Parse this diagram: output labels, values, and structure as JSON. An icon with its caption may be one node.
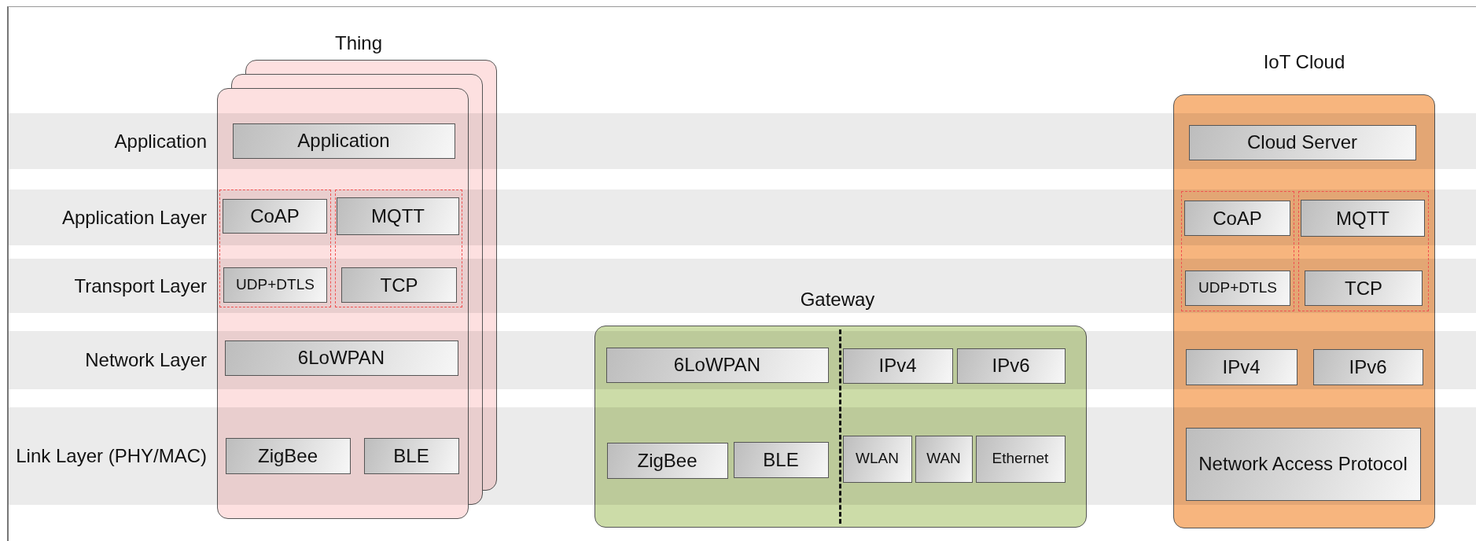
{
  "diagram": {
    "nodes": [
      {
        "text": [
          "Thing"
        ]
      },
      {
        "text": [
          "Application"
        ],
        "in": 0
      },
      {
        "text": [],
        "shape": "box",
        "in": 0
      },
      {
        "text": [
          "CoAP"
        ],
        "in": 2
      },
      {
        "text": [
          "UDP+DTLS"
        ],
        "in": 2
      },
      {
        "text": [],
        "shape": "box",
        "in": 0
      },
      {
        "text": [
          "MQTT"
        ],
        "in": 5
      },
      {
        "text": [
          "TCP"
        ],
        "in": 5
      },
      {
        "text": [
          "6LoWPAN"
        ],
        "in": 0
      },
      {
        "text": [
          "ZigBee"
        ],
        "in": 0
      },
      {
        "text": [
          "BLE"
        ],
        "in": 0
      },
      {
        "text": [
          "Gateway"
        ]
      },
      {
        "text": [
          "6LoWPAN"
        ],
        "in": 11
      },
      {
        "text": [
          "IPv4"
        ],
        "in": 11
      },
      {
        "text": [
          "IPv6"
        ],
        "in": 11
      },
      {
        "text": [
          "ZigBee"
        ],
        "in": 11
      },
      {
        "text": [
          "BLE"
        ],
        "in": 11
      },
      {
        "text": [
          "WLAN"
        ],
        "in": 11
      },
      {
        "text": [
          "WAN"
        ],
        "in": 11
      },
      {
        "text": [
          "Ethernet"
        ],
        "in": 11
      },
      {
        "text": [
          "IoT Cloud"
        ]
      },
      {
        "text": [
          "Cloud Server"
        ],
        "in": 20
      },
      {
        "text": [],
        "shape": "box",
        "in": 20
      },
      {
        "text": [
          "CoAP"
        ],
        "in": 22
      },
      {
        "text": [
          "UDP+DTLS"
        ],
        "in": 22
      },
      {
        "text": [],
        "shape": "box",
        "in": 20
      },
      {
        "text": [
          "MQTT"
        ],
        "in": 25
      },
      {
        "text": [
          "TCP"
        ],
        "in": 25
      },
      {
        "text": [
          "IPv4"
        ],
        "in": 20
      },
      {
        "text": [
          "IPv6"
        ],
        "in": 20
      },
      {
        "text": [
          "Network Access Protocol"
        ],
        "in": 20
      }
    ],
    "labels": [
      "Application",
      "Application Layer",
      "Transport Layer",
      "Network Layer",
      "Link Layer (PHY/MAC)"
    ]
  }
}
